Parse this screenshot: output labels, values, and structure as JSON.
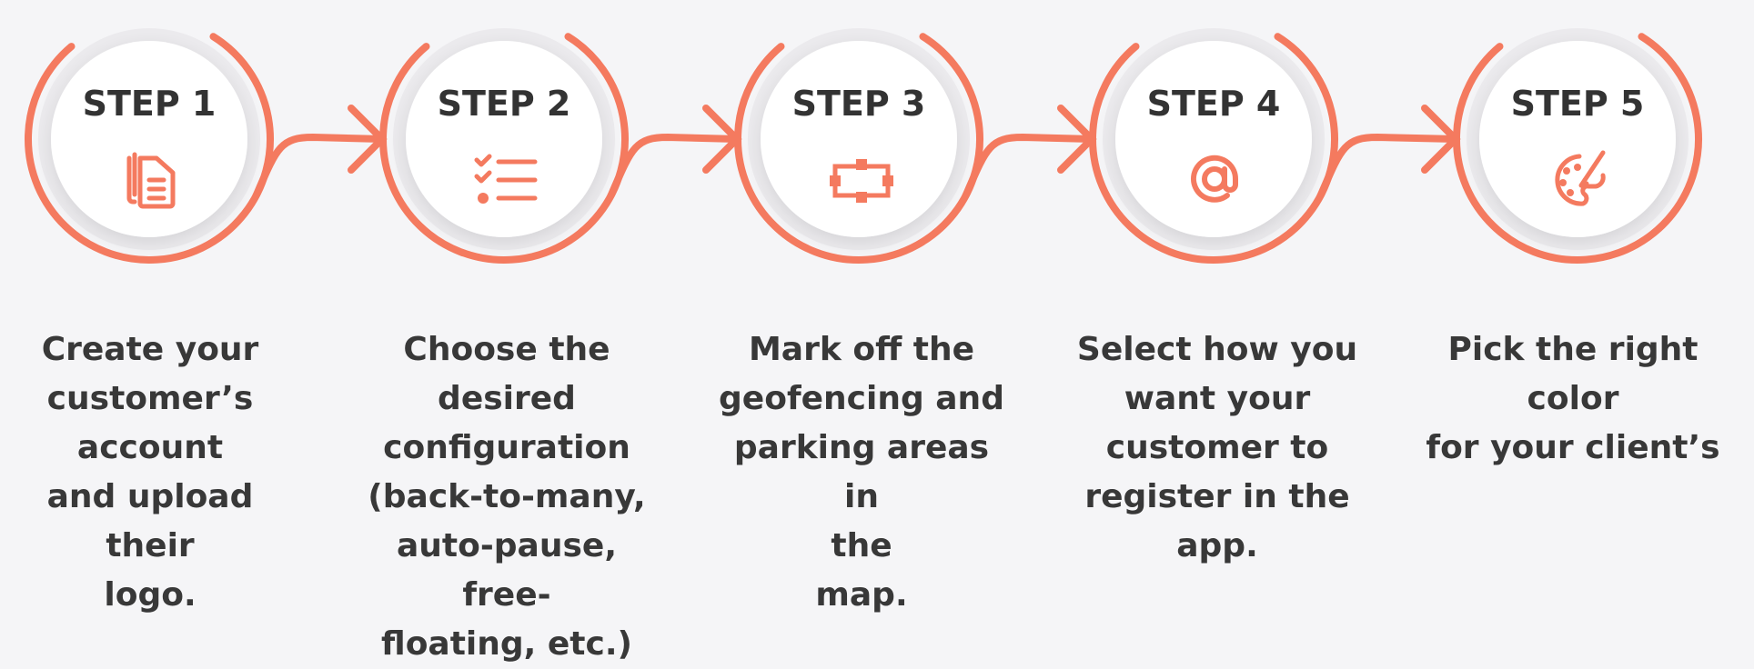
{
  "colors": {
    "accent": "#f47a5f",
    "background": "#f5f5f7",
    "text": "#383838"
  },
  "steps": [
    {
      "title": "STEP 1",
      "icon": "copy-document-icon",
      "description": "Create your\ncustomer’s\naccount\nand upload their\nlogo."
    },
    {
      "title": "STEP 2",
      "icon": "checklist-icon",
      "description": "Choose the\ndesired\nconfiguration\n(back-to-many,\nauto-pause, free-\nfloating, etc.)"
    },
    {
      "title": "STEP 3",
      "icon": "geofence-area-icon",
      "description": "Mark off the\ngeofencing and\nparking areas in\nthe\nmap."
    },
    {
      "title": "STEP 4",
      "icon": "at-sign-icon",
      "description": "Select how you\nwant your\ncustomer to\nregister in the\napp."
    },
    {
      "title": "STEP 5",
      "icon": "palette-icon",
      "description": "Pick the right\ncolor\nfor your client’s"
    }
  ]
}
